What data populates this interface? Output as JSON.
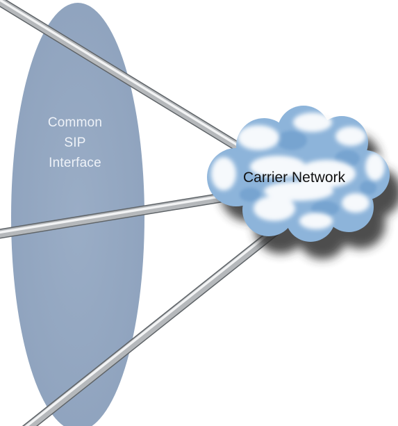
{
  "diagram": {
    "interface": {
      "label": "Common\nSIP\nInterface",
      "color": "#97aac4"
    },
    "network": {
      "label": "Carrier Network",
      "cloud_color": "#8fb6dc",
      "cloud_highlight": "#ffffff"
    },
    "links": [
      {
        "id": "link-top"
      },
      {
        "id": "link-middle"
      },
      {
        "id": "link-bottom"
      }
    ],
    "link_color": "#b9bcbf"
  }
}
